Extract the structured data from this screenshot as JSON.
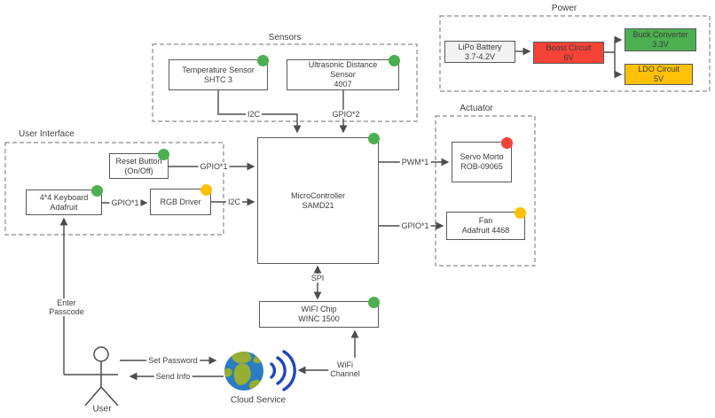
{
  "colors": {
    "status_green": "#4caf50",
    "status_amber": "#ffc107",
    "status_red": "#f44336",
    "battery_gray": "#f2f2f2",
    "wifi_blue": "#2246bd",
    "globe_ocean": "#2b7cc2",
    "globe_land": "#97ae35",
    "line_gray": "#4d4d4d"
  },
  "sections": {
    "sensors": {
      "title": "Sensors"
    },
    "power": {
      "title": "Power"
    },
    "user_interface": {
      "title": "User Interface"
    },
    "actuator": {
      "title": "Actuator"
    }
  },
  "blocks": {
    "temp_sensor": {
      "lines": [
        "Temperature Sensor",
        "SHTC 3"
      ],
      "status": "green"
    },
    "ultrasonic_sensor": {
      "lines": [
        "Ultrasonic Distance",
        "Sensor",
        "4007"
      ],
      "status": "green"
    },
    "lipo_battery": {
      "lines": [
        "LiPo Battery",
        "3.7-4.2V"
      ]
    },
    "boost_circuit": {
      "lines": [
        "Boost Circuit",
        "6V"
      ]
    },
    "buck_converter": {
      "lines": [
        "Buck Converter",
        "3.3V"
      ]
    },
    "ldo_circuit": {
      "lines": [
        "LDO Circuit",
        "5V"
      ]
    },
    "reset_button": {
      "lines": [
        "Reset Button",
        "(On/Off)"
      ],
      "status": "green"
    },
    "keyboard": {
      "lines": [
        "4*4 Keyboard",
        "Adafruit"
      ],
      "status": "green"
    },
    "rgb_driver": {
      "lines": [
        "RGB Driver"
      ],
      "status": "amber"
    },
    "mcu": {
      "lines": [
        "MicroController",
        "SAMD21"
      ],
      "status": "green"
    },
    "servo": {
      "lines": [
        "Servo Morto",
        "ROB-09065"
      ],
      "status": "red"
    },
    "fan": {
      "lines": [
        "Fan",
        "Adafruit 4468"
      ],
      "status": "amber"
    },
    "wifi_chip": {
      "lines": [
        "WIFI Chip",
        "WINC 1500"
      ],
      "status": "green"
    }
  },
  "wire_labels": {
    "i2c_sensors": "I2C",
    "gpio2": "GPIO*2",
    "gpio1_reset": "GPIO*1",
    "gpio1_keyboard": "GPIO*1",
    "i2c_rgb": "I2C",
    "pwm1": "PWM*1",
    "gpio1_fan": "GPIO*1",
    "spi": "SPI",
    "wifi_channel": [
      "WiFi",
      "Channel"
    ],
    "enter_passcode": [
      "Enter",
      "Passcode"
    ],
    "set_password": "Set Password",
    "send_info": "Send Info"
  },
  "captions": {
    "user": "User",
    "cloud_service": "Cloud Service"
  }
}
